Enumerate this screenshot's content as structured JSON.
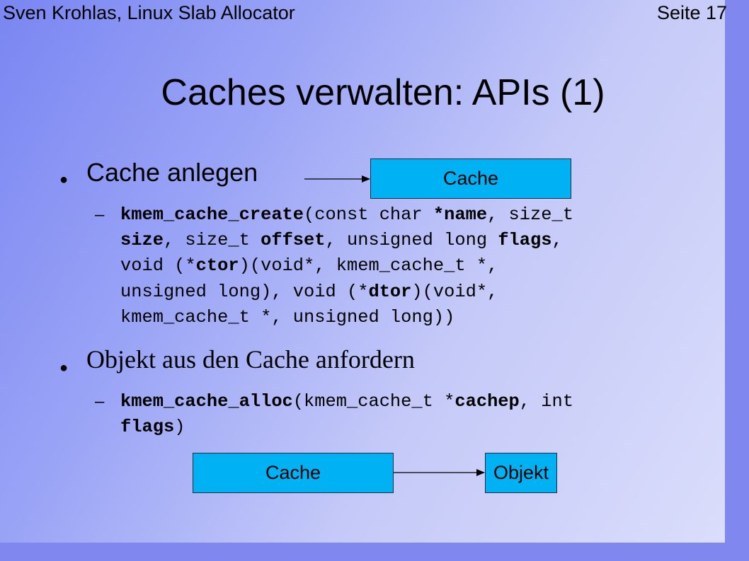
{
  "header": {
    "left": "Sven Krohlas, Linux Slab Allocator",
    "right": "Seite 17"
  },
  "title": "Caches verwalten: APIs (1)",
  "bullet_glyph": "●",
  "dash_glyph": "–",
  "bullets": [
    {
      "text": "Cache anlegen",
      "code_lines": [
        [
          {
            "t": "kmem_cache_create",
            "b": true
          },
          {
            "t": "(const char ",
            "b": false
          },
          {
            "t": "*name",
            "b": true
          },
          {
            "t": ", size_t",
            "b": false
          }
        ],
        [
          {
            "t": "size",
            "b": true
          },
          {
            "t": ", size_t ",
            "b": false
          },
          {
            "t": "offset",
            "b": true
          },
          {
            "t": ", unsigned long ",
            "b": false
          },
          {
            "t": "flags",
            "b": true
          },
          {
            "t": ",",
            "b": false
          }
        ],
        [
          {
            "t": "void (*",
            "b": false
          },
          {
            "t": "ctor",
            "b": true
          },
          {
            "t": ")(void*, kmem_cache_t *,",
            "b": false
          }
        ],
        [
          {
            "t": "unsigned long), void (*",
            "b": false
          },
          {
            "t": "dtor",
            "b": true
          },
          {
            "t": ")(void*,",
            "b": false
          }
        ],
        [
          {
            "t": "kmem_cache_t *, unsigned long))",
            "b": false
          }
        ]
      ]
    },
    {
      "text": "Objekt aus den Cache anfordern",
      "code_lines": [
        [
          {
            "t": "kmem_cache_alloc",
            "b": true
          },
          {
            "t": "(kmem_cache_t *",
            "b": false
          },
          {
            "t": "cachep",
            "b": true
          },
          {
            "t": ", int",
            "b": false
          }
        ],
        [
          {
            "t": "flags",
            "b": true
          },
          {
            "t": ")",
            "b": false
          }
        ]
      ]
    }
  ],
  "diagram": {
    "cache_box_top": "Cache",
    "cache_box_bottom": "Cache",
    "objekt_box": "Objekt"
  },
  "colors": {
    "box_fill": "#00b2f4",
    "background_start": "#7a86f2",
    "background_end": "#dcdffb",
    "band": "#8088f0"
  }
}
